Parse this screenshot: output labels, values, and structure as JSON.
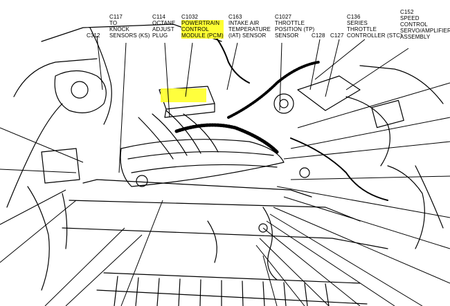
{
  "diagram": {
    "highlight_color": "#ffff33",
    "line_color": "#000000",
    "labels": [
      {
        "id": "c117",
        "lines": [
          "C117",
          "TO",
          "KNOCK",
          "SENSORS (KS)"
        ],
        "highlight": false
      },
      {
        "id": "c312",
        "lines": [
          "C312"
        ],
        "highlight": false
      },
      {
        "id": "c114",
        "lines": [
          "C114",
          "OCTANE",
          "ADJUST",
          "PLUG"
        ],
        "highlight": false
      },
      {
        "id": "c1032",
        "lines": [
          "C1032",
          "POWERTRAIN",
          "CONTROL",
          "MODULE (PCM)"
        ],
        "highlight": true
      },
      {
        "id": "c163",
        "lines": [
          "C163",
          "INTAKE AIR",
          "TEMPERATURE",
          "(IAT) SENSOR"
        ],
        "highlight": false
      },
      {
        "id": "c1027",
        "lines": [
          "C1027",
          "THROTTLE",
          "POSITION (TP)",
          "SENSOR"
        ],
        "highlight": false
      },
      {
        "id": "c128",
        "lines": [
          "C128"
        ],
        "highlight": false
      },
      {
        "id": "c127",
        "lines": [
          "C127"
        ],
        "highlight": false
      },
      {
        "id": "c136",
        "lines": [
          "C136",
          "SERIES",
          "THROTTLE",
          "CONTROLLER (STC)"
        ],
        "highlight": false
      },
      {
        "id": "c152",
        "lines": [
          "C152",
          "SPEED",
          "CONTROL",
          "SERVO/AMPLIFIER",
          "ASSEMBLY"
        ],
        "highlight": false
      }
    ]
  }
}
